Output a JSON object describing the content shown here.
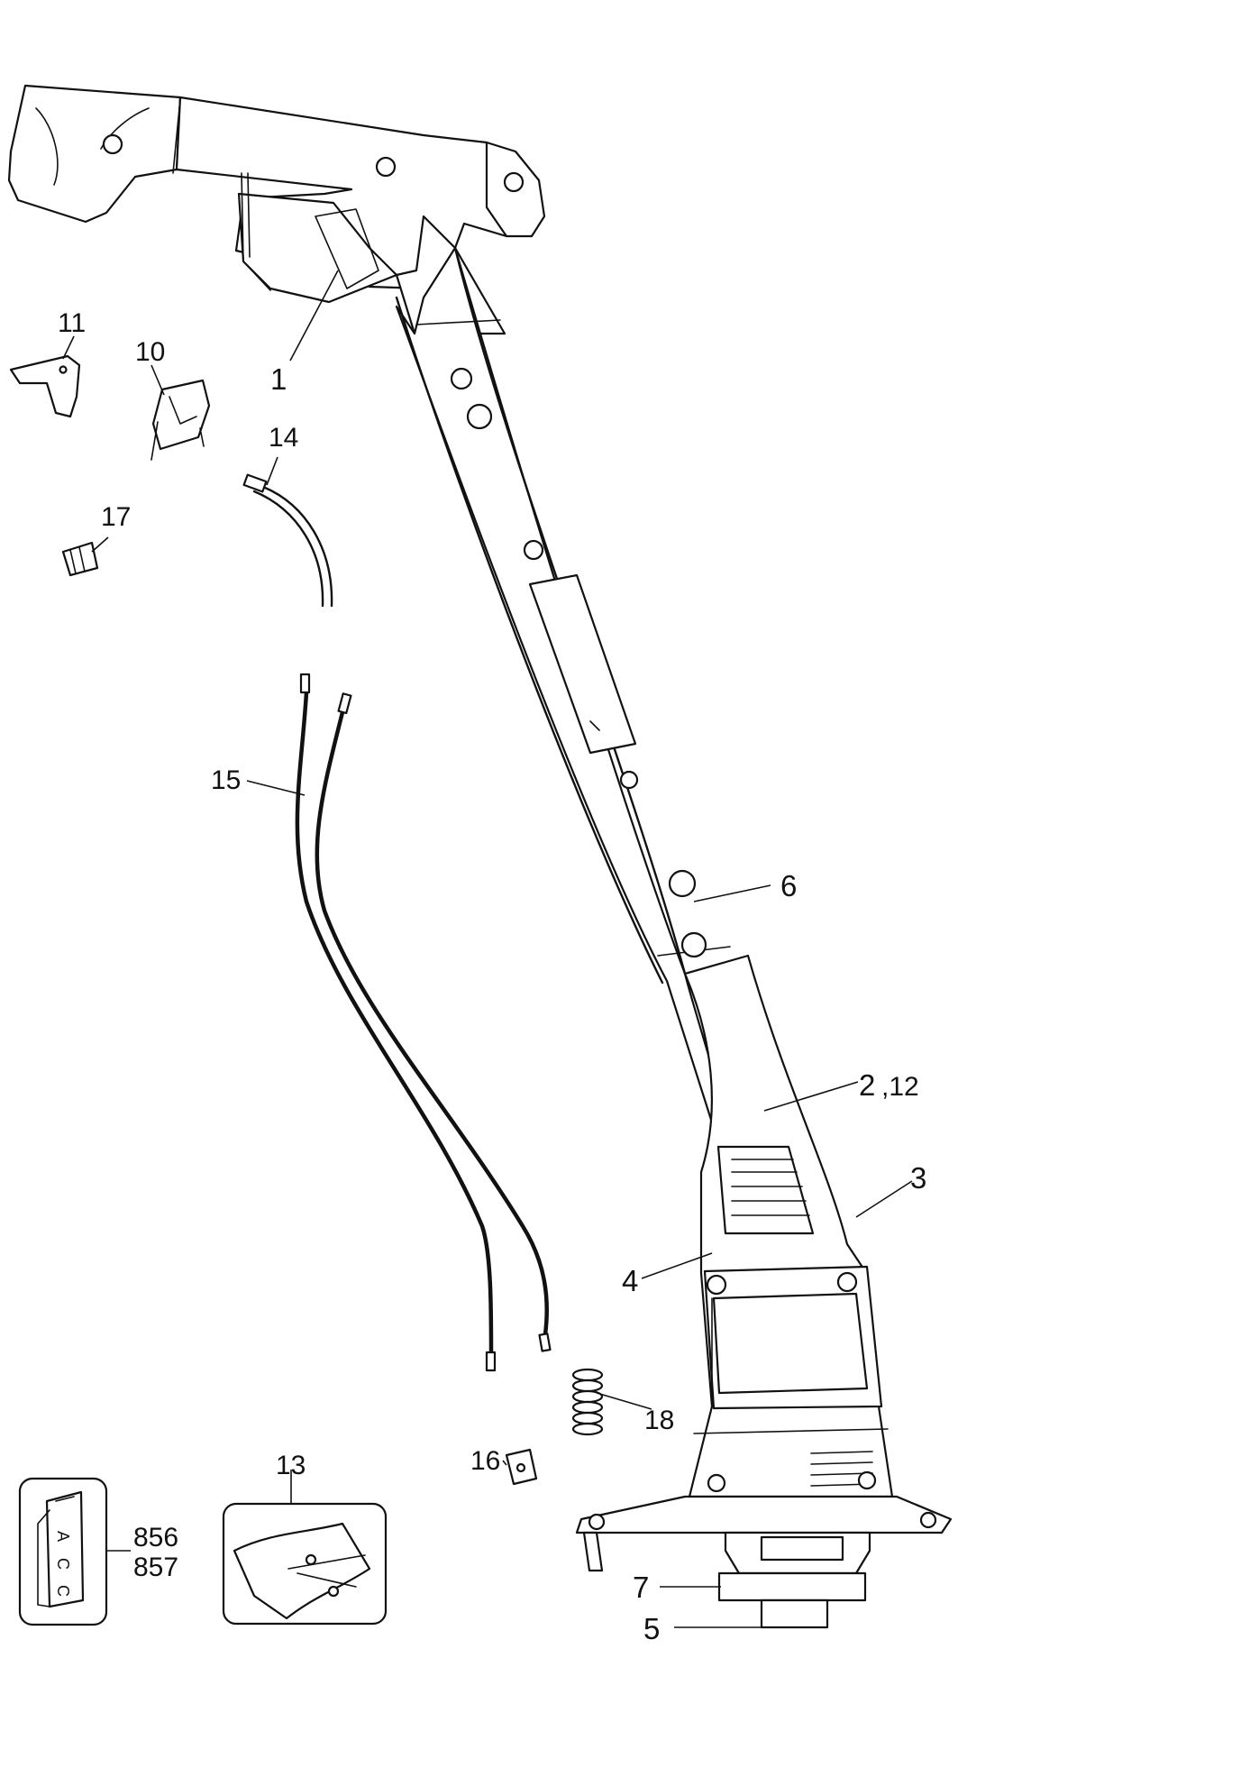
{
  "callouts": {
    "p1": "1",
    "p2": "2",
    "p12": ",12",
    "p3": "3",
    "p4": "4",
    "p5": "5",
    "p6": "6",
    "p7": "7",
    "p10": "10",
    "p11": "11",
    "p13": "13",
    "p14": "14",
    "p15": "15",
    "p16": "16",
    "p17": "17",
    "p18": "18",
    "p856": "856",
    "p857": "857"
  },
  "tag_letters": [
    "A",
    "C",
    "C"
  ]
}
